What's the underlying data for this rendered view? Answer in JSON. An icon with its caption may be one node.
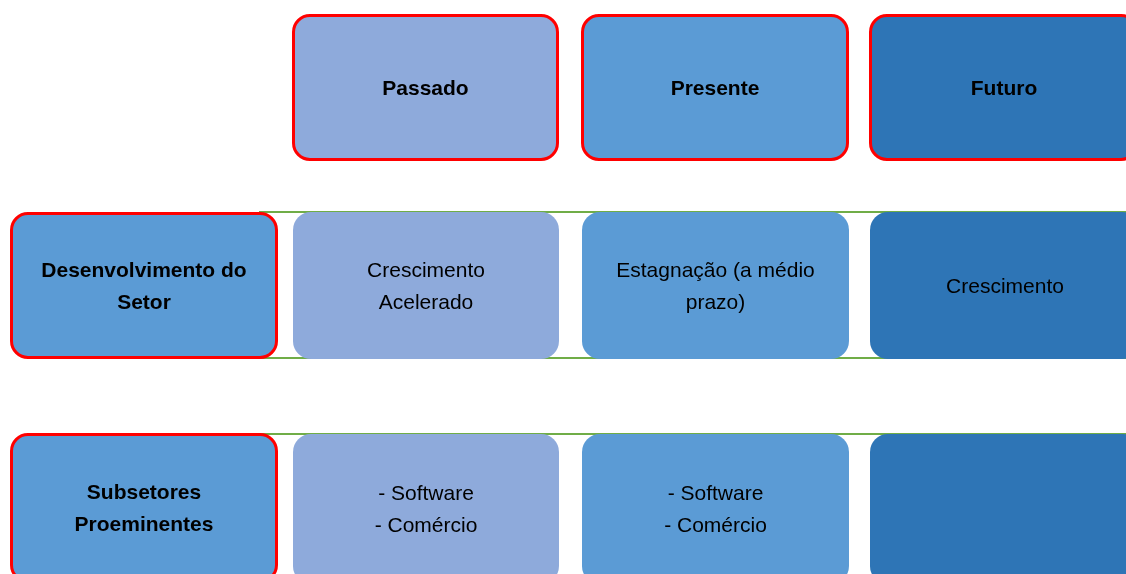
{
  "diagram": {
    "nodes": [
      {
        "text": [
          "Passado"
        ]
      },
      {
        "text": [
          "Presente"
        ]
      },
      {
        "text": [
          "Futuro"
        ]
      },
      {
        "text": [
          "Desenvolvimento do Setor"
        ]
      },
      {
        "text": [
          "Crescimento Acelerado"
        ]
      },
      {
        "text": [
          "Estagnação (a médio prazo)"
        ]
      },
      {
        "text": [
          "Crescimento"
        ]
      },
      {
        "text": [
          "Subsetores Proeminentes"
        ]
      },
      {
        "text": [
          "- Software",
          "- Comércio"
        ]
      },
      {
        "text": [
          "- Software",
          "- Comércio"
        ]
      },
      {
        "text": [],
        "shape": "box"
      }
    ]
  }
}
